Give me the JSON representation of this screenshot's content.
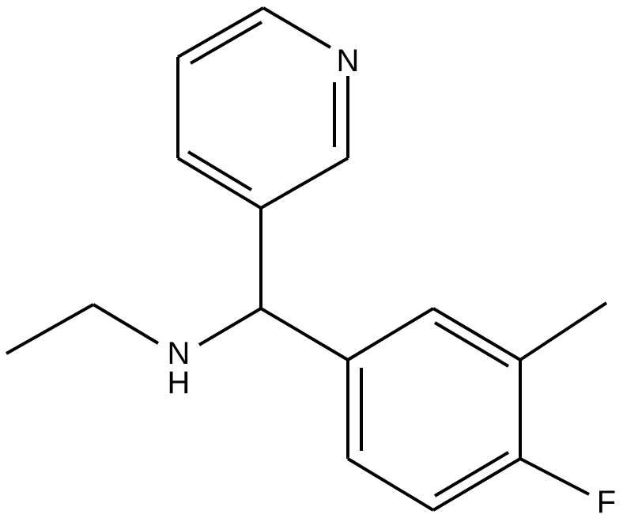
{
  "structure": {
    "atoms": {
      "pyridine_nitrogen": "N",
      "amine_nitrogen": "N",
      "amine_hydrogen": "H",
      "fluorine": "F"
    },
    "colors": {
      "bond": "#000000",
      "label": "#000000",
      "background": "#ffffff"
    }
  }
}
